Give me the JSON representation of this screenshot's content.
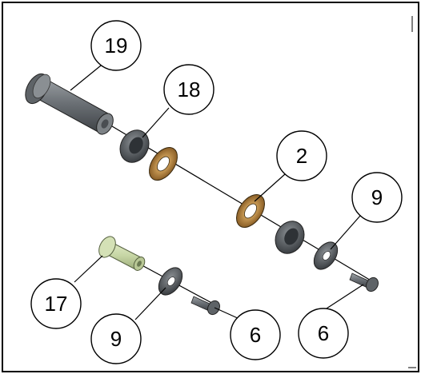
{
  "diagram": {
    "callouts": [
      {
        "id": "c19",
        "label": "19"
      },
      {
        "id": "c18",
        "label": "18"
      },
      {
        "id": "c2",
        "label": "2"
      },
      {
        "id": "c9a",
        "label": "9"
      },
      {
        "id": "c17",
        "label": "17"
      },
      {
        "id": "c9b",
        "label": "9"
      },
      {
        "id": "c6a",
        "label": "6"
      },
      {
        "id": "c6b",
        "label": "6"
      }
    ],
    "colors": {
      "steel": "#5f6468",
      "steel_light": "#8d9296",
      "brass": "#a87a3a",
      "pin_green": "#c9d8a8",
      "outline": "#000000"
    }
  }
}
